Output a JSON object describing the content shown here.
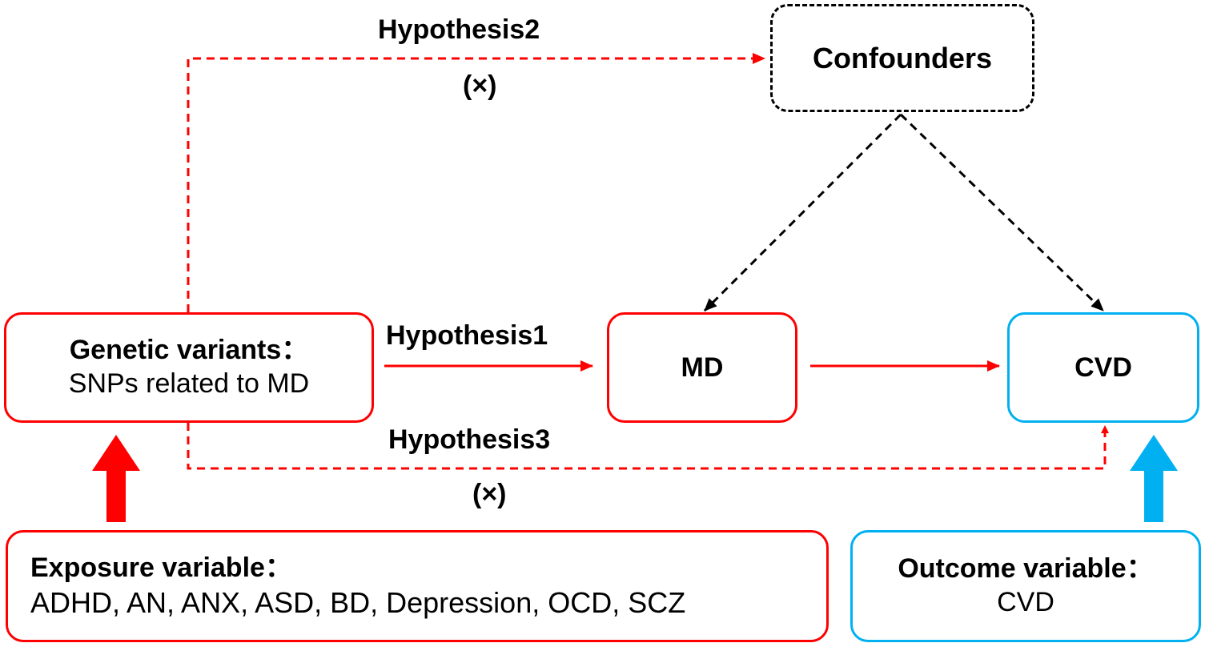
{
  "nodes": {
    "confounders": "Confounders",
    "genetic_title": "Genetic variants：",
    "genetic_sub": "SNPs related to MD",
    "md": "MD",
    "cvd": "CVD",
    "exposure_title": "Exposure variable：",
    "exposure_list": "ADHD, AN, ANX, ASD, BD, Depression, OCD, SCZ",
    "outcome_title": "Outcome variable：",
    "outcome_value": "CVD"
  },
  "edges": {
    "hypothesis1": "Hypothesis1",
    "hypothesis2": "Hypothesis2",
    "hypothesis2_mark": "(×)",
    "hypothesis3": "Hypothesis3",
    "hypothesis3_mark": "(×)"
  },
  "colors": {
    "exposure": "#ff0000",
    "outcome": "#00b0f0",
    "confounder": "#000000"
  }
}
